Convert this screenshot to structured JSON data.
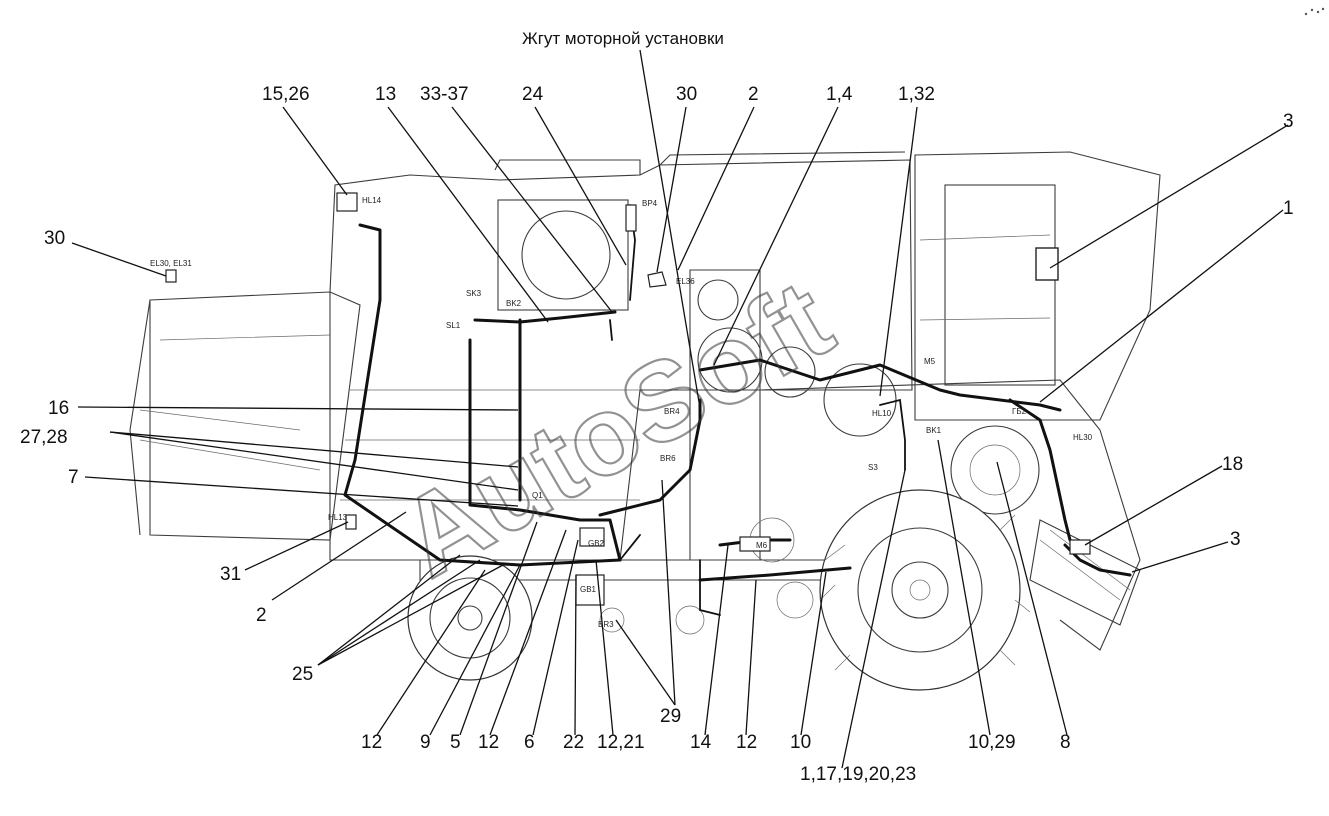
{
  "title": "Жгут моторной установки",
  "labels": {
    "l_15_26": "15,26",
    "l_13": "13",
    "l_33_37": "33-37",
    "l_24": "24",
    "l_30_top": "30",
    "l_2_top": "2",
    "l_1_4": "1,4",
    "l_1_32": "1,32",
    "l_3_top": "3",
    "l_1_right": "1",
    "l_30_left": "30",
    "l_16": "16",
    "l_27_28": "27,28",
    "l_7": "7",
    "l_18": "18",
    "l_3_right": "3",
    "l_31": "31",
    "l_2_left": "2",
    "l_25": "25",
    "l_29": "29",
    "l_12_a": "12",
    "l_9": "9",
    "l_5": "5",
    "l_12_b": "12",
    "l_6": "6",
    "l_22": "22",
    "l_12_21": "12,21",
    "l_14": "14",
    "l_12_c": "12",
    "l_10": "10",
    "l_1_17": "1,17,19,20,23",
    "l_10_29": "10,29",
    "l_8": "8"
  },
  "tags": {
    "hl14": "HL14",
    "el30": "EL30, EL31",
    "bp4": "BP4",
    "el36": "EL36",
    "sk3": "SK3",
    "bk2": "BK2",
    "sl1": "SL1",
    "m5": "M5",
    "hl10": "HL10",
    "gb2t": "ГБ2",
    "hl30": "HL30",
    "bk1": "BK1",
    "s3": "S3",
    "br4": "BR4",
    "br6": "BR6",
    "q1": "Q1",
    "gb2": "GB2",
    "gb1": "GB1",
    "m6": "M6",
    "br3": "BR3",
    "hl13": "HL13"
  },
  "watermark": "AutoSoft"
}
